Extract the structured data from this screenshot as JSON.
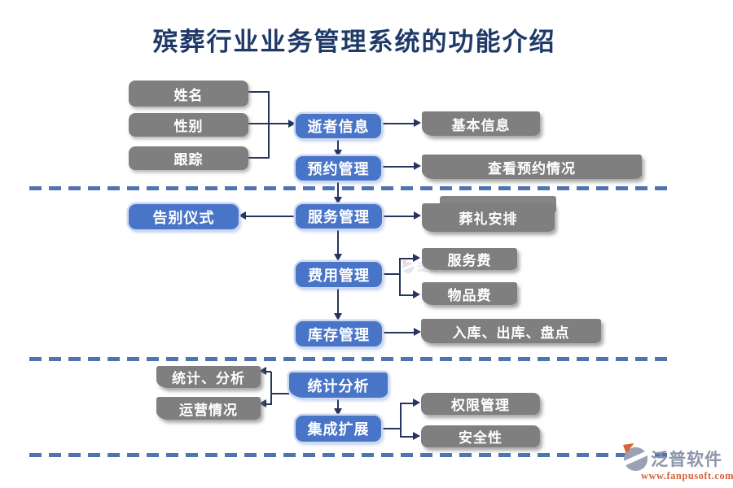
{
  "title": "殡葬行业业务管理系统的功能介绍",
  "nodes": {
    "name": "姓名",
    "gender": "性别",
    "track": "跟踪",
    "deceased_info": "逝者信息",
    "booking_mgmt": "预约管理",
    "basic_info": "基本信息",
    "view_booking": "查看预约情况",
    "farewell": "告别仪式",
    "service_mgmt": "服务管理",
    "funeral_arrange": "葬礼安排",
    "fee_mgmt": "费用管理",
    "service_fee": "服务费",
    "item_fee": "物品费",
    "inventory_mgmt": "库存管理",
    "in_out_check": "入库、出库、盘点",
    "stat_list": "统计、分析",
    "operation_status": "运营情况",
    "stat_analysis": "统计分析",
    "integration": "集成扩展",
    "permission_mgmt": "权限管理",
    "security": "安全性"
  },
  "watermark": {
    "brand": "泛普软件",
    "url": "www.fanpusoft.com"
  },
  "center_watermark": {
    "brand": "泛普软件"
  },
  "colors": {
    "title": "#1f3a68",
    "blue_box": "#4975c8",
    "gray_box": "#7f7f7f",
    "connector": "#26355e",
    "dashed_line": "#4f74ae",
    "brand_gray": "#8c94a8",
    "brand_orange": "#d7603a"
  }
}
